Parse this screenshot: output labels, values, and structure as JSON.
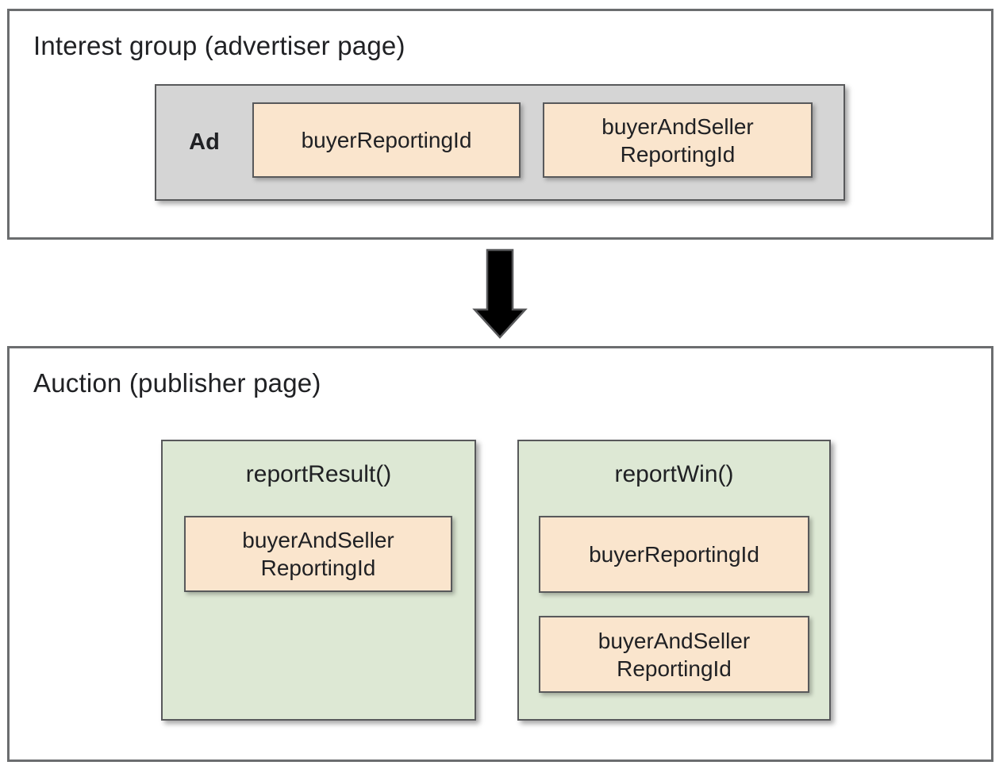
{
  "interest_group": {
    "title": "Interest group (advertiser page)",
    "ad_label": "Ad",
    "fields": [
      {
        "lines": [
          "buyerReportingId"
        ]
      },
      {
        "lines": [
          "buyerAndSeller",
          "ReportingId"
        ]
      }
    ]
  },
  "arrow": {
    "icon": "down-arrow",
    "direction": "down"
  },
  "auction": {
    "title": "Auction (publisher page)",
    "functions": [
      {
        "name": "reportResult()",
        "fields": [
          {
            "lines": [
              "buyerAndSeller",
              "ReportingId"
            ]
          }
        ]
      },
      {
        "name": "reportWin()",
        "fields": [
          {
            "lines": [
              "buyerReportingId"
            ]
          },
          {
            "lines": [
              "buyerAndSeller",
              "ReportingId"
            ]
          }
        ]
      }
    ]
  },
  "colors": {
    "field_fill": "#fae5cd",
    "function_fill": "#dde8d4",
    "ad_fill": "#d5d5d5",
    "border": "#58595b",
    "outer_border": "#6b6d6f",
    "arrow_fill": "#000000",
    "text": "#202124",
    "background": "#ffffff"
  }
}
